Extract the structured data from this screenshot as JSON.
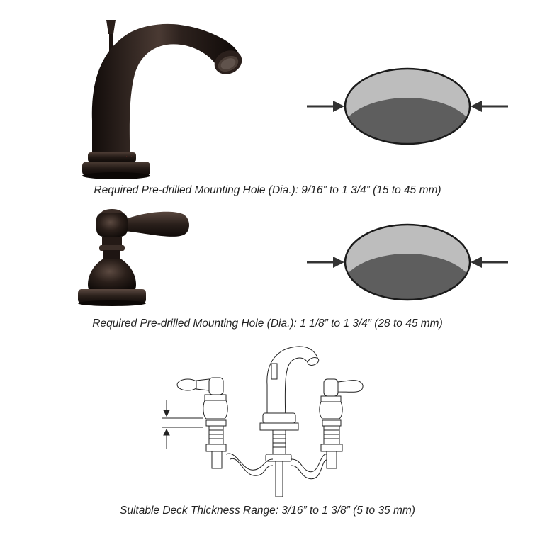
{
  "captions": {
    "spout_hole": "Required Pre-drilled Mounting Hole (Dia.): 9/16” to 1 3/4” (15 to 45 mm)",
    "handle_hole": "Required Pre-drilled Mounting Hole (Dia.): 1 1/8” to 1 3/4” (28 to 45 mm)",
    "deck_thickness": "Suitable Deck Thickness Range: 3/16” to 1 3/8” (5 to 35 mm)"
  },
  "colors": {
    "bronze_dark": "#1f1714",
    "bronze_mid": "#3a2c26",
    "hole_top": "#bdbdbd",
    "hole_bottom": "#5e5e5e",
    "outline": "#1a1a1a"
  },
  "icons": [
    "faucet-spout-photo",
    "faucet-handle-photo",
    "mounting-hole-diagram",
    "arrow-right-icon",
    "arrow-left-icon",
    "faucet-assembly-line-drawing",
    "dimension-arrow-icon"
  ]
}
